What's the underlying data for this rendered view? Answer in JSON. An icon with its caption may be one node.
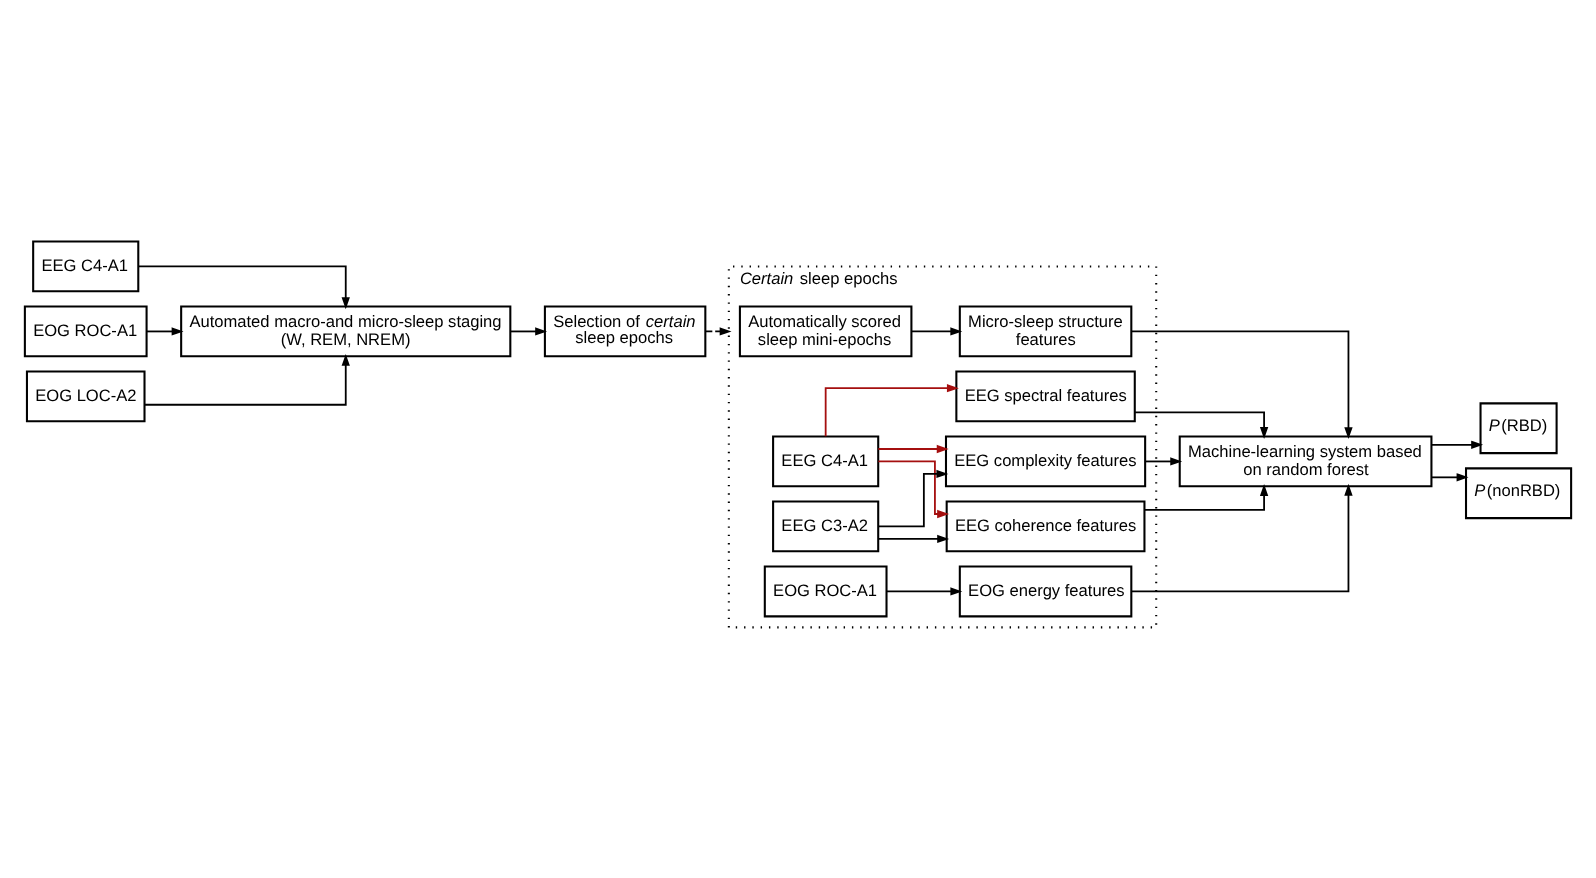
{
  "diagram": {
    "nodes": [
      {
        "text": [
          "EEG C4-A1"
        ]
      },
      {
        "text": [
          "EOG ROC-A1"
        ]
      },
      {
        "text": [
          "EOG LOC-A2"
        ]
      },
      {
        "text": [
          "Automated macro-and micro-sleep staging (W, REM, NREM)"
        ]
      },
      {
        "text": [
          "Selection of *certain* sleep epochs"
        ]
      },
      {
        "text": [
          "*Certain* sleep epochs"
        ]
      },
      {
        "text": [
          "Automatically scored sleep mini-epochs"
        ],
        "in": 5
      },
      {
        "text": [
          "Micro-sleep structure features"
        ],
        "in": 5
      },
      {
        "text": [
          "EEG C4-A1"
        ],
        "in": 5
      },
      {
        "text": [
          "EEG spectral features"
        ],
        "in": 5
      },
      {
        "text": [
          "EEG coherence features"
        ],
        "in": 5
      },
      {
        "text": [
          "EEG C3-A2"
        ],
        "in": 5
      },
      {
        "text": [
          "EEG complexity features"
        ],
        "in": 5
      },
      {
        "text": [
          "EOG ROC-A1"
        ],
        "in": 5
      },
      {
        "text": [
          "EOG energy features"
        ],
        "in": 5
      },
      {
        "text": [
          "Machine-learning system based on random forest"
        ]
      },
      {
        "text": [
          "*P*(RBD)"
        ]
      },
      {
        "text": [
          "*P*(nonRBD)"
        ]
      }
    ],
    "edges": [
      {
        "from": 0,
        "to": 3,
        "arrow": "to"
      },
      {
        "from": 1,
        "to": 3,
        "arrow": "to"
      },
      {
        "from": 2,
        "to": 3,
        "arrow": "to"
      },
      {
        "from": 3,
        "to": 4,
        "arrow": "to"
      },
      {
        "from": 4,
        "to": 5,
        "arrow": "to",
        "style": "dashed"
      },
      {
        "from": 6,
        "to": 7,
        "arrow": "to"
      },
      {
        "from": 8,
        "to": 9,
        "arrow": "to",
        "color": "#a50f0f"
      },
      {
        "from": 8,
        "to": 10,
        "arrow": "to",
        "color": "#a50f0f"
      },
      {
        "from": 8,
        "to": 12,
        "arrow": "to",
        "color": "#a50f0f"
      },
      {
        "from": 11,
        "to": 10,
        "arrow": "to"
      },
      {
        "from": 11,
        "to": 12,
        "arrow": "to"
      },
      {
        "from": 13,
        "to": 14,
        "arrow": "to"
      },
      {
        "from": 7,
        "to": 15,
        "arrow": "to"
      },
      {
        "from": 9,
        "to": 15,
        "arrow": "to"
      },
      {
        "from": 10,
        "to": 15,
        "arrow": "to"
      },
      {
        "from": 12,
        "to": 15,
        "arrow": "to"
      },
      {
        "from": 14,
        "to": 15,
        "arrow": "to"
      },
      {
        "from": 15,
        "to": 16,
        "arrow": "to"
      },
      {
        "from": 15,
        "to": 17,
        "arrow": "to"
      }
    ]
  }
}
